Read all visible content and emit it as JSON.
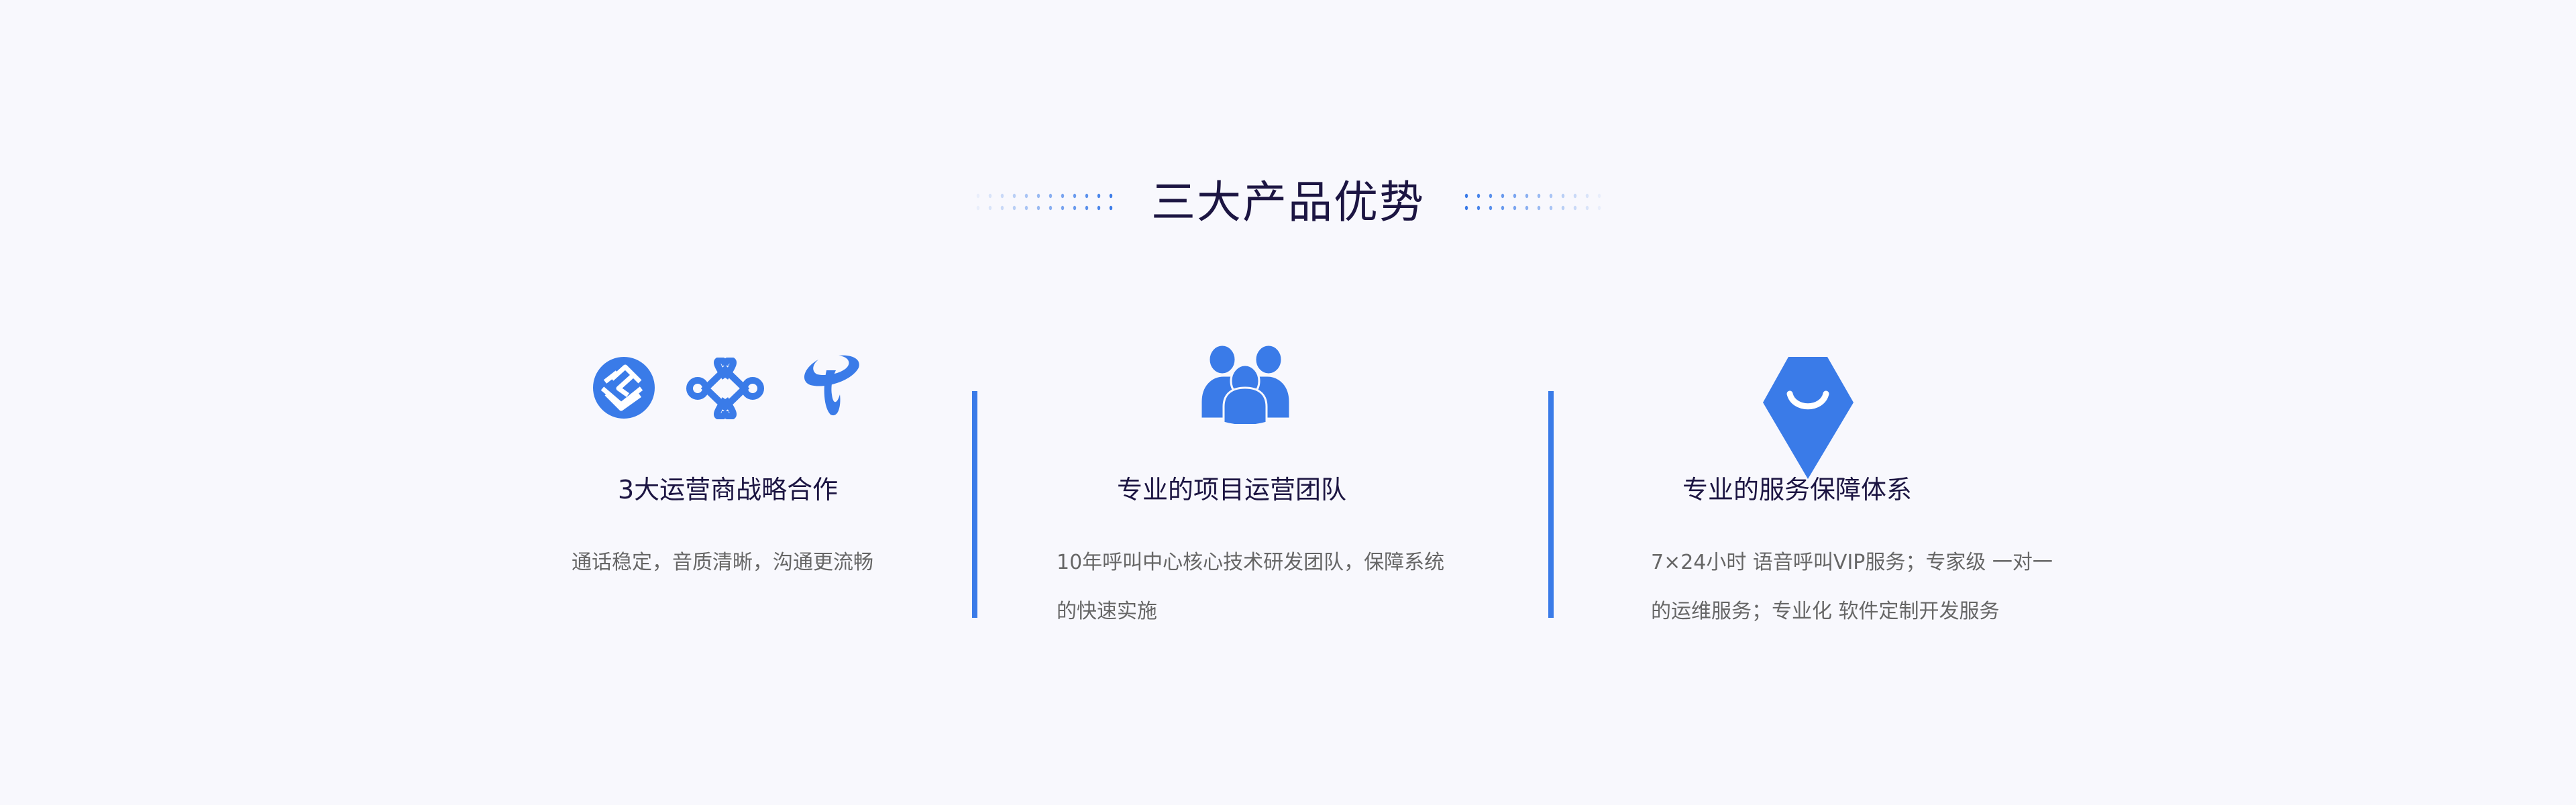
{
  "section_title": "三大产品优势",
  "colors": {
    "accent": "#3a7be8",
    "title": "#1c1542",
    "text": "#666666",
    "background": "#f8f8fd"
  },
  "features": [
    {
      "icons": [
        "china-mobile-logo",
        "china-unicom-logo",
        "china-telecom-logo"
      ],
      "title": "3大运营商战略合作",
      "desc_lines": [
        "通话稳定，音质清晰，沟通更流畅"
      ]
    },
    {
      "icons": [
        "team-icon"
      ],
      "title": "专业的项目运营团队",
      "desc_lines": [
        "10年呼叫中心核心技术研发团队，保障系统",
        "的快速实施"
      ]
    },
    {
      "icons": [
        "service-shield-icon"
      ],
      "title": "专业的服务保障体系",
      "desc_lines": [
        "7×24小时 语音呼叫VIP服务；专家级 一对一",
        "的运维服务；专业化 软件定制开发服务"
      ]
    }
  ]
}
